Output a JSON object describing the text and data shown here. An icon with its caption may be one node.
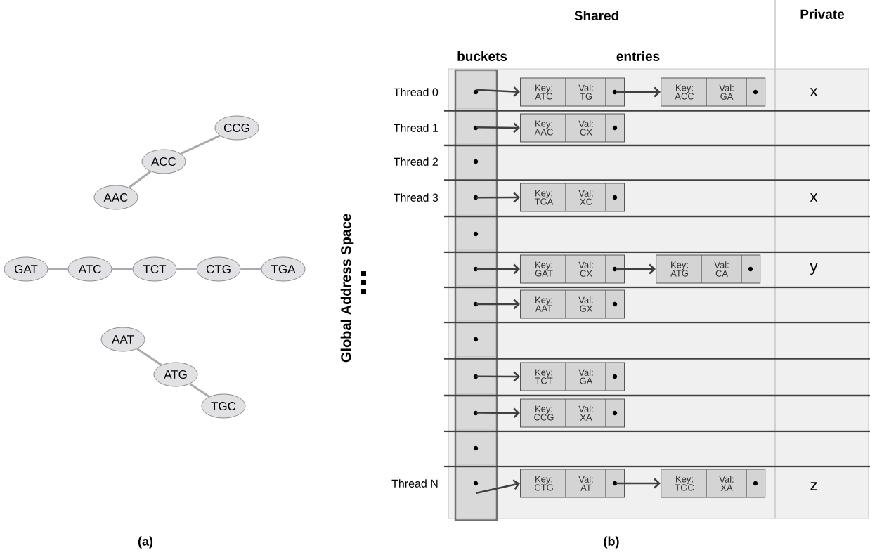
{
  "diagram": {
    "nodes": [
      {
        "text": [
          "CCG"
        ]
      },
      {
        "text": [
          "ACC"
        ]
      },
      {
        "text": [
          "AAC"
        ]
      },
      {
        "text": [
          "GAT"
        ]
      },
      {
        "text": [
          "ATC"
        ]
      },
      {
        "text": [
          "TCT"
        ]
      },
      {
        "text": [
          "CTG"
        ]
      },
      {
        "text": [
          "TGA"
        ]
      },
      {
        "text": [
          "AAT"
        ]
      },
      {
        "text": [
          "ATG"
        ]
      },
      {
        "text": [
          "TGC"
        ]
      },
      {
        "text": [],
        "shape": "box"
      },
      {
        "text": [],
        "shape": "box"
      },
      {
        "text": [],
        "shape": "box"
      },
      {
        "text": [],
        "shape": "box"
      },
      {
        "text": [],
        "shape": "box"
      },
      {
        "text": [],
        "shape": "box"
      },
      {
        "text": [],
        "shape": "box"
      },
      {
        "text": [],
        "shape": "box"
      },
      {
        "text": [],
        "shape": "box"
      },
      {
        "text": [],
        "shape": "box"
      },
      {
        "text": [],
        "shape": "box"
      },
      {
        "text": [],
        "shape": "box"
      },
      {
        "text": [
          "Key: ATC",
          "Val: TG"
        ]
      },
      {
        "text": [
          "Key: ACC",
          "Val: GA"
        ]
      },
      {
        "text": [
          "Key: AAC",
          "Val: CX"
        ]
      },
      {
        "text": [
          "Key: TGA",
          "Val: XC"
        ]
      },
      {
        "text": [
          "Key: GAT",
          "Val: CX"
        ]
      },
      {
        "text": [
          "Key: ATG",
          "Val: CA"
        ]
      },
      {
        "text": [
          "Key: AAT",
          "Val: GX"
        ]
      },
      {
        "text": [
          "Key: TCT",
          "Val: GA"
        ]
      },
      {
        "text": [
          "Key: CCG",
          "Val: XA"
        ]
      },
      {
        "text": [
          "Key: CTG",
          "Val: AT"
        ]
      },
      {
        "text": [
          "Key: TGC",
          "Val: XA"
        ]
      }
    ],
    "edges": [
      {
        "from": 2,
        "to": 1,
        "arrow": "none",
        "color": "#aaaaaa"
      },
      {
        "from": 1,
        "to": 0,
        "arrow": "none",
        "color": "#aaaaaa"
      },
      {
        "from": 3,
        "to": 4,
        "arrow": "none",
        "color": "#aaaaaa"
      },
      {
        "from": 4,
        "to": 5,
        "arrow": "none",
        "color": "#aaaaaa"
      },
      {
        "from": 5,
        "to": 6,
        "arrow": "none",
        "color": "#aaaaaa"
      },
      {
        "from": 6,
        "to": 7,
        "arrow": "none",
        "color": "#aaaaaa"
      },
      {
        "from": 8,
        "to": 9,
        "arrow": "none",
        "color": "#aaaaaa"
      },
      {
        "from": 9,
        "to": 10,
        "arrow": "none",
        "color": "#aaaaaa"
      },
      {
        "from": 11,
        "to": 23,
        "arrow": "to"
      },
      {
        "from": 23,
        "to": 24,
        "arrow": "to"
      },
      {
        "from": 12,
        "to": 25,
        "arrow": "to"
      },
      {
        "from": 14,
        "to": 26,
        "arrow": "to"
      },
      {
        "from": 16,
        "to": 27,
        "arrow": "to"
      },
      {
        "from": 27,
        "to": 28,
        "arrow": "to"
      },
      {
        "from": 17,
        "to": 29,
        "arrow": "to"
      },
      {
        "from": 19,
        "to": 30,
        "arrow": "to"
      },
      {
        "from": 20,
        "to": 31,
        "arrow": "to"
      },
      {
        "from": 22,
        "to": 32,
        "arrow": "to"
      },
      {
        "from": 32,
        "to": 33,
        "arrow": "to"
      }
    ],
    "labels": [
      "Shared",
      "Private",
      "buckets",
      "entries",
      "Thread 0",
      "x",
      "Thread 1",
      "Thread 2",
      "Thread 3",
      "x",
      "Global Address Space",
      "y",
      "Thread N",
      "z",
      "(a)",
      "(b)"
    ]
  }
}
